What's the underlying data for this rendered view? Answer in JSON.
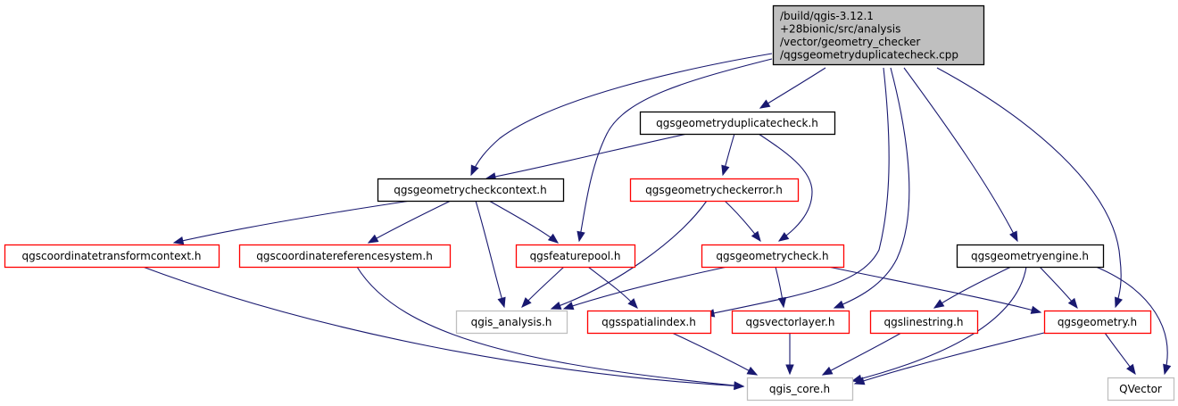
{
  "diagram": {
    "type": "include-dependency-graph",
    "colors": {
      "edge": "#191970",
      "root_fill": "#bfbfbf",
      "root_border": "#000000",
      "documented_border": "#000000",
      "undocumented_border": "#ff0000",
      "external_border": "#bfbfbf"
    },
    "nodes": [
      {
        "id": "root",
        "kind": "root",
        "lines": [
          "/build/qgis-3.12.1",
          "+28bionic/src/analysis",
          "/vector/geometry_checker",
          "/qgsgeometryduplicatecheck.cpp"
        ]
      },
      {
        "id": "dupcheck_h",
        "kind": "documented",
        "lines": [
          "qgsgeometryduplicatecheck.h"
        ]
      },
      {
        "id": "checkcontext_h",
        "kind": "documented",
        "lines": [
          "qgsgeometrycheckcontext.h"
        ]
      },
      {
        "id": "checkerror_h",
        "kind": "incomplete",
        "lines": [
          "qgsgeometrycheckerror.h"
        ]
      },
      {
        "id": "coordtransformctx_h",
        "kind": "incomplete",
        "lines": [
          "qgscoordinatetransformcontext.h"
        ]
      },
      {
        "id": "crs_h",
        "kind": "incomplete",
        "lines": [
          "qgscoordinatereferencesystem.h"
        ]
      },
      {
        "id": "featurepool_h",
        "kind": "incomplete",
        "lines": [
          "qgsfeaturepool.h"
        ]
      },
      {
        "id": "geomcheck_h",
        "kind": "incomplete",
        "lines": [
          "qgsgeometrycheck.h"
        ]
      },
      {
        "id": "geomengine_h",
        "kind": "documented",
        "lines": [
          "qgsgeometryengine.h"
        ]
      },
      {
        "id": "qgis_analysis_h",
        "kind": "external",
        "lines": [
          "qgis_analysis.h"
        ]
      },
      {
        "id": "spatialindex_h",
        "kind": "incomplete",
        "lines": [
          "qgsspatialindex.h"
        ]
      },
      {
        "id": "vectorlayer_h",
        "kind": "incomplete",
        "lines": [
          "qgsvectorlayer.h"
        ]
      },
      {
        "id": "linestring_h",
        "kind": "incomplete",
        "lines": [
          "qgslinestring.h"
        ]
      },
      {
        "id": "geometry_h",
        "kind": "incomplete",
        "lines": [
          "qgsgeometry.h"
        ]
      },
      {
        "id": "qgis_core_h",
        "kind": "external",
        "lines": [
          "qgis_core.h"
        ]
      },
      {
        "id": "qvector",
        "kind": "external",
        "lines": [
          "QVector"
        ]
      }
    ],
    "edges": [
      {
        "from": "root",
        "to": "dupcheck_h"
      },
      {
        "from": "root",
        "to": "checkcontext_h"
      },
      {
        "from": "root",
        "to": "featurepool_h"
      },
      {
        "from": "root",
        "to": "spatialindex_h"
      },
      {
        "from": "root",
        "to": "vectorlayer_h"
      },
      {
        "from": "root",
        "to": "geomengine_h"
      },
      {
        "from": "root",
        "to": "geometry_h"
      },
      {
        "from": "dupcheck_h",
        "to": "checkcontext_h"
      },
      {
        "from": "dupcheck_h",
        "to": "checkerror_h"
      },
      {
        "from": "dupcheck_h",
        "to": "geomcheck_h"
      },
      {
        "from": "checkcontext_h",
        "to": "coordtransformctx_h"
      },
      {
        "from": "checkcontext_h",
        "to": "crs_h"
      },
      {
        "from": "checkcontext_h",
        "to": "featurepool_h"
      },
      {
        "from": "checkcontext_h",
        "to": "qgis_analysis_h"
      },
      {
        "from": "checkerror_h",
        "to": "qgis_analysis_h"
      },
      {
        "from": "checkerror_h",
        "to": "geomcheck_h"
      },
      {
        "from": "featurepool_h",
        "to": "qgis_analysis_h"
      },
      {
        "from": "featurepool_h",
        "to": "spatialindex_h"
      },
      {
        "from": "geomcheck_h",
        "to": "qgis_analysis_h"
      },
      {
        "from": "geomcheck_h",
        "to": "vectorlayer_h"
      },
      {
        "from": "geomcheck_h",
        "to": "geometry_h"
      },
      {
        "from": "geomengine_h",
        "to": "linestring_h"
      },
      {
        "from": "geomengine_h",
        "to": "geometry_h"
      },
      {
        "from": "geomengine_h",
        "to": "qgis_core_h"
      },
      {
        "from": "geomengine_h",
        "to": "qvector"
      },
      {
        "from": "coordtransformctx_h",
        "to": "qgis_core_h"
      },
      {
        "from": "crs_h",
        "to": "qgis_core_h"
      },
      {
        "from": "spatialindex_h",
        "to": "qgis_core_h"
      },
      {
        "from": "vectorlayer_h",
        "to": "qgis_core_h"
      },
      {
        "from": "linestring_h",
        "to": "qgis_core_h"
      },
      {
        "from": "geometry_h",
        "to": "qgis_core_h"
      },
      {
        "from": "geometry_h",
        "to": "qvector"
      }
    ]
  }
}
